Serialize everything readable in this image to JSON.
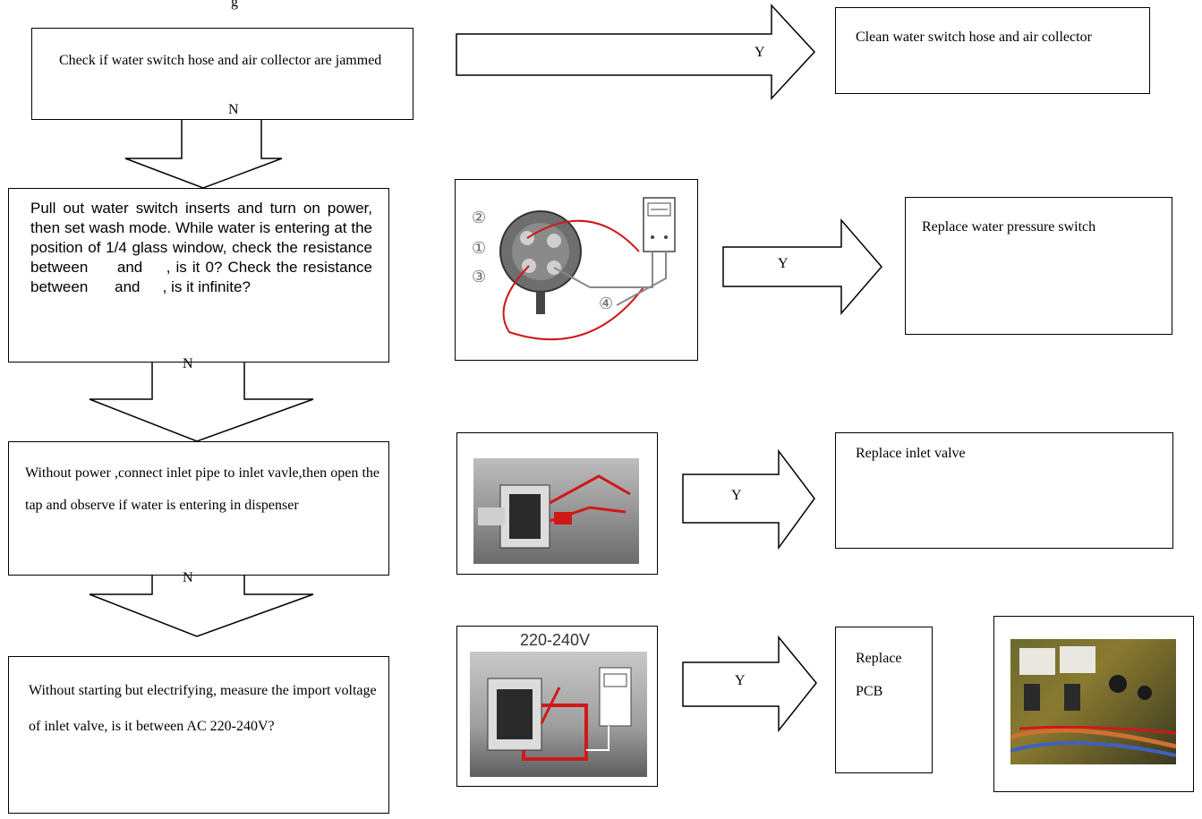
{
  "header": {
    "partial_title": "g"
  },
  "rows": [
    {
      "question": "Check if water switch hose and air collector are jammed",
      "yes_label": "Y",
      "no_label": "N",
      "action": "Clean water switch hose and air collector"
    },
    {
      "question_parts": {
        "p1": "Pull out water switch inserts and turn on power, then set wash mode. While water is entering at the position of 1/4 glass window, check the resistance between",
        "and1": "and",
        "p2": ", is it 0? Check the resistance between",
        "and2": "and",
        "p3": ", is it infinite?"
      },
      "yes_label": "Y",
      "no_label": "N",
      "photo_labels": [
        "②",
        "①",
        "③",
        "④"
      ],
      "action": "Replace water pressure switch"
    },
    {
      "question": "Without power ,connect inlet pipe to inlet vavle,then open the tap and observe if water is entering in dispenser",
      "yes_label": "Y",
      "no_label": "N",
      "action": "Replace inlet valve"
    },
    {
      "question": "Without starting but electrifying, measure the import voltage of inlet valve, is it between AC 220-240V?",
      "yes_label": "Y",
      "photo_caption": "220-240V",
      "action_line1": "Replace",
      "action_line2": "PCB"
    }
  ],
  "colors": {
    "wire_red": "#d01818",
    "gray_photo": "#9a9a9a",
    "dark_photo": "#3a3a3a"
  },
  "icons": [
    "multimeter-icon",
    "pressure-switch-icon",
    "inlet-valve-photo",
    "pcb-photo"
  ]
}
